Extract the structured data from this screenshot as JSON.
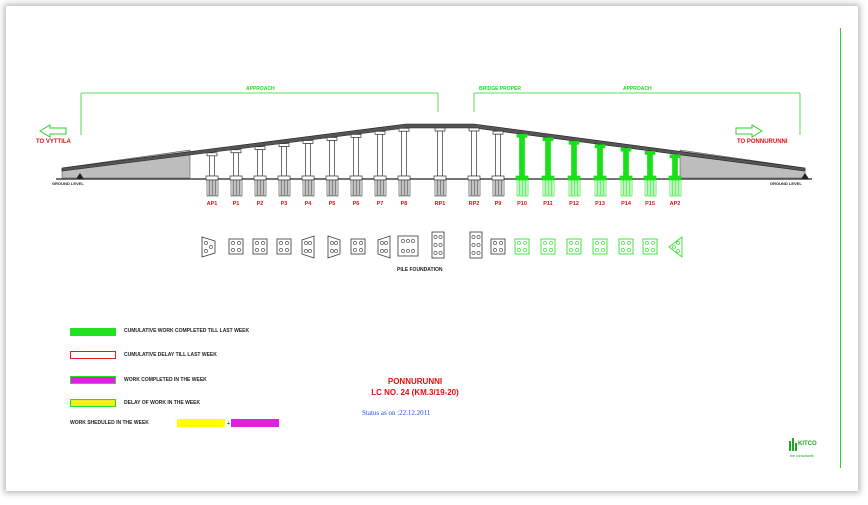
{
  "labels": {
    "approach_left": "APPROACH",
    "bridge_proper": "BRIDGE PROPER",
    "approach_right": "APPROACH",
    "to_left": "TO VYTTILA",
    "to_right": "TO PONNURUNNI",
    "ground_left": "GROUND LEVEL",
    "ground_right": "GROUND LEVEL",
    "pile_foundation": "PILE FOUNDATION"
  },
  "piers": [
    {
      "label": "AP1",
      "status": "pending"
    },
    {
      "label": "P1",
      "status": "pending"
    },
    {
      "label": "P2",
      "status": "pending"
    },
    {
      "label": "P3",
      "status": "pending"
    },
    {
      "label": "P4",
      "status": "pending"
    },
    {
      "label": "P5",
      "status": "pending"
    },
    {
      "label": "P6",
      "status": "pending"
    },
    {
      "label": "P7",
      "status": "pending"
    },
    {
      "label": "P8",
      "status": "pending"
    },
    {
      "label": "RP1",
      "status": "pending"
    },
    {
      "label": "RP2",
      "status": "pending"
    },
    {
      "label": "P9",
      "status": "pending"
    },
    {
      "label": "P10",
      "status": "completed"
    },
    {
      "label": "P11",
      "status": "completed"
    },
    {
      "label": "P12",
      "status": "completed"
    },
    {
      "label": "P13",
      "status": "completed"
    },
    {
      "label": "P14",
      "status": "completed"
    },
    {
      "label": "P15",
      "status": "completed"
    },
    {
      "label": "AP2",
      "status": "completed"
    }
  ],
  "legend": [
    {
      "text": "CUMULATIVE WORK COMPLETED TILL LAST WEEK",
      "fill": "#22e022",
      "border": "#22e022"
    },
    {
      "text": "CUMULATIVE DELAY TILL LAST WEEK",
      "fill": "#ffffff",
      "border": "#e02020"
    },
    {
      "text": "WORK COMPLETED IN THE WEEK",
      "fill": "#e020e0",
      "border": "#22e022"
    },
    {
      "text": "DELAY OF WORK IN THE WEEK",
      "fill": "#f0f020",
      "border": "#22e022"
    }
  ],
  "scheduled": {
    "text": "WORK SHEDULED IN THE WEEK",
    "plus": "+",
    "color_a": "#ffff00",
    "color_b": "#e020e0"
  },
  "title": {
    "line1": "PONNURUNNI",
    "line2": "LC NO. 24 (KM.3/19-20)"
  },
  "status": "Status as on :22.12.2011",
  "logo": {
    "mark": "KITCO",
    "sub": "the consultants"
  },
  "colors": {
    "completed": "#19e019",
    "pending": "#333333",
    "label_red": "#e01010"
  }
}
